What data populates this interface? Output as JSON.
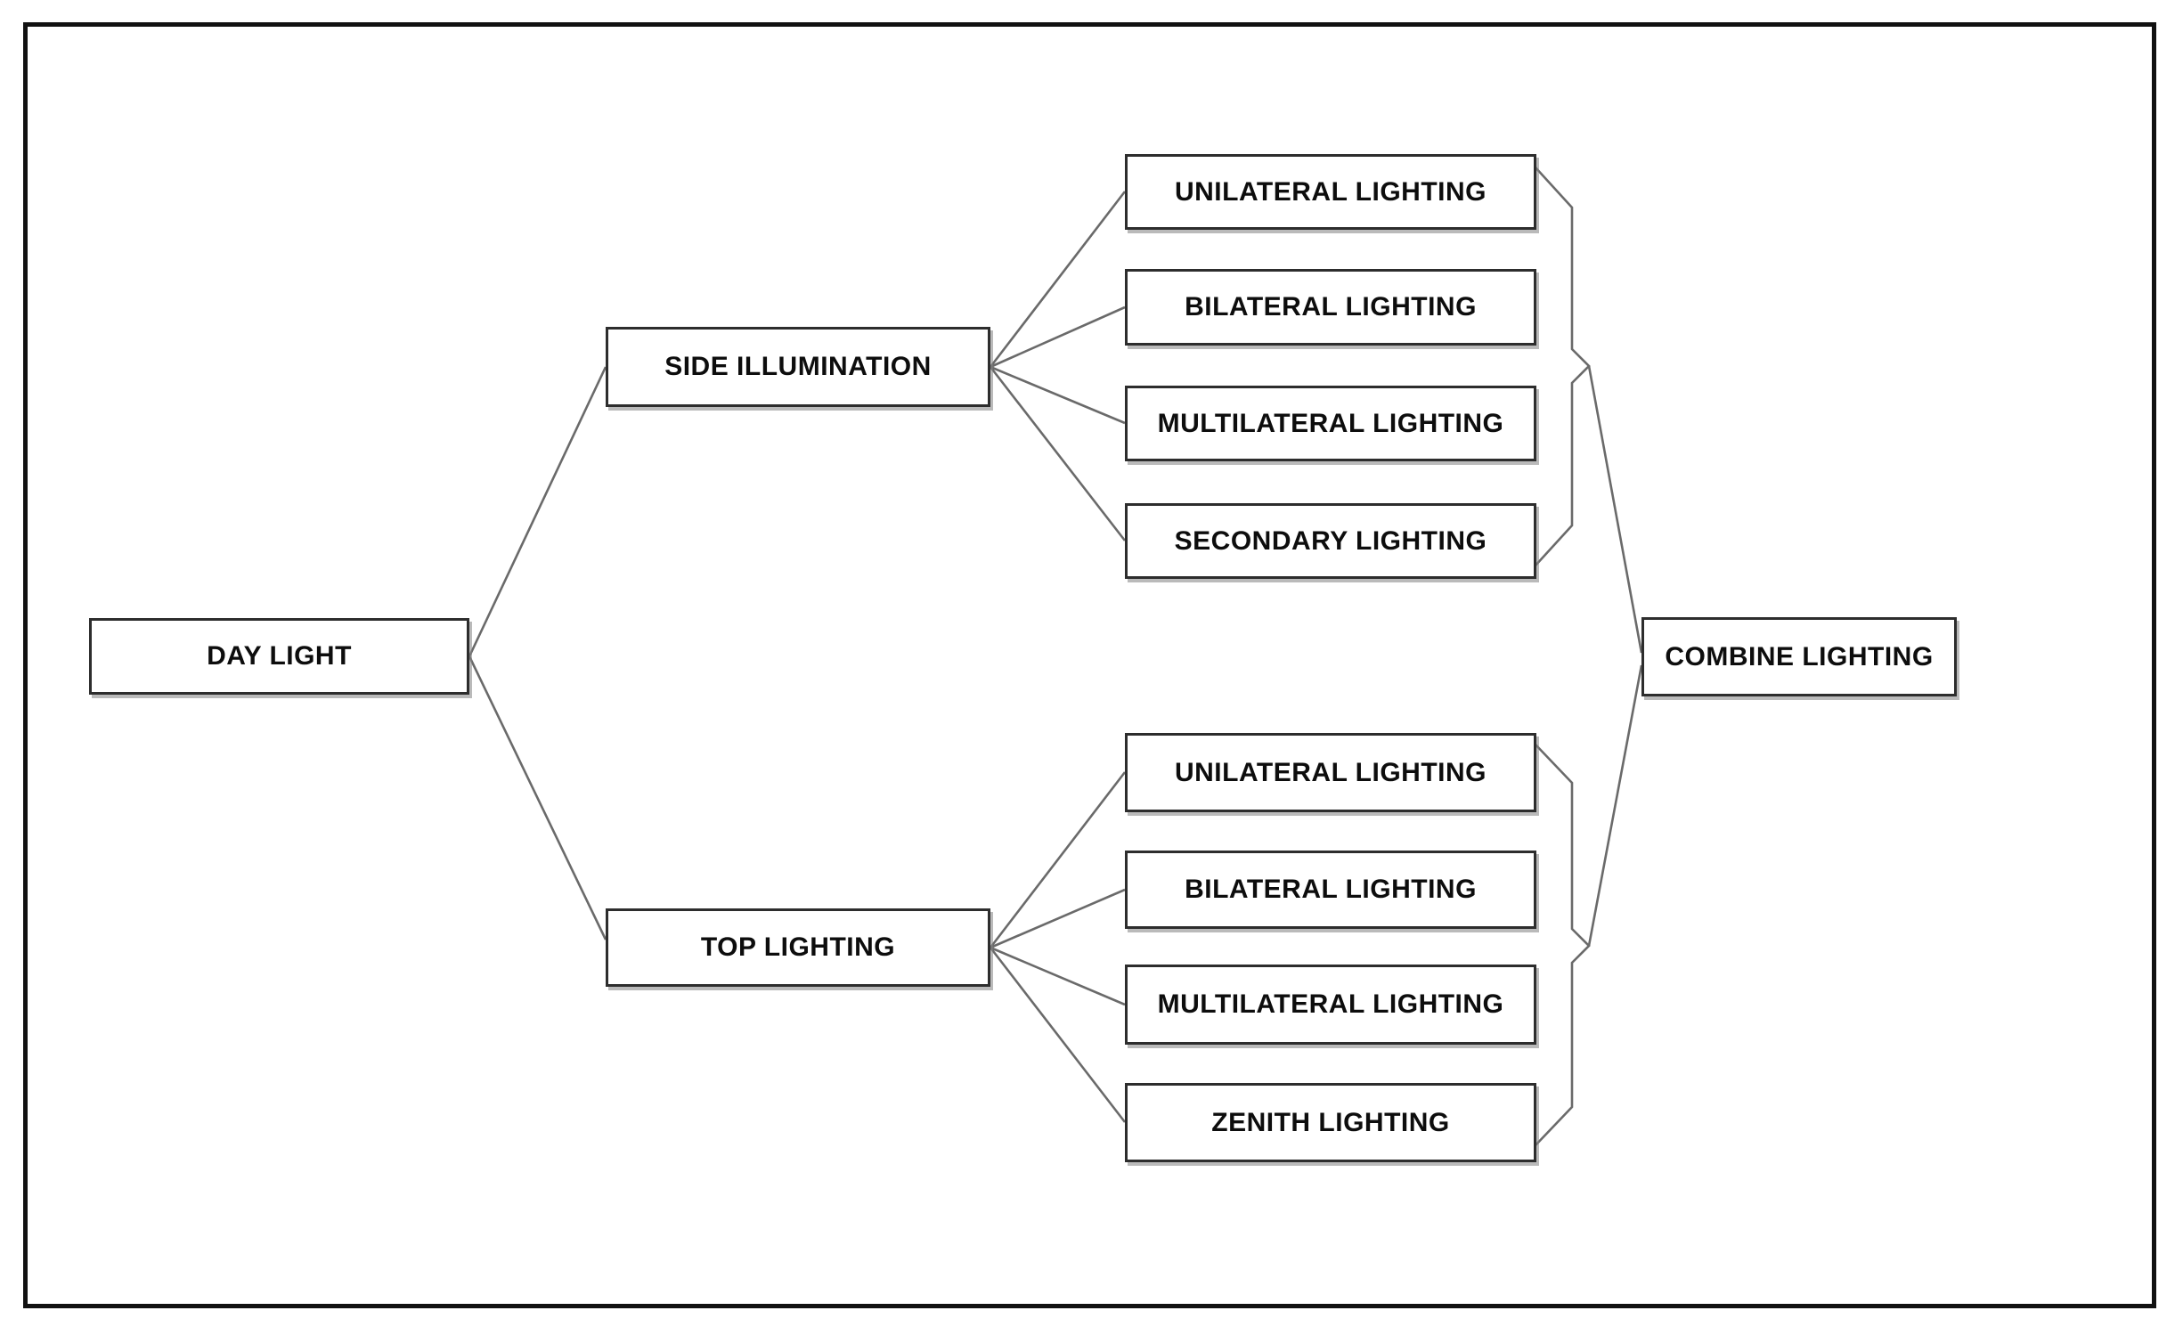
{
  "diagram": {
    "nodes": {
      "day_light": {
        "label": "DAY LIGHT"
      },
      "side_illumination": {
        "label": "SIDE ILLUMINATION"
      },
      "top_lighting": {
        "label": "TOP LIGHTING"
      },
      "side_unilateral": {
        "label": "UNILATERAL LIGHTING"
      },
      "side_bilateral": {
        "label": "BILATERAL LIGHTING"
      },
      "side_multilateral": {
        "label": "MULTILATERAL LIGHTING"
      },
      "side_secondary": {
        "label": "SECONDARY LIGHTING"
      },
      "top_unilateral": {
        "label": "UNILATERAL LIGHTING"
      },
      "top_bilateral": {
        "label": "BILATERAL LIGHTING"
      },
      "top_multilateral": {
        "label": "MULTILATERAL LIGHTING"
      },
      "top_zenith": {
        "label": "ZENITH LIGHTING"
      },
      "combine_lighting": {
        "label": "COMBINE LIGHTING"
      }
    },
    "structure": {
      "root": "DAY LIGHT",
      "groups": [
        {
          "parent": "SIDE ILLUMINATION",
          "children": [
            "UNILATERAL LIGHTING",
            "BILATERAL LIGHTING",
            "MULTILATERAL LIGHTING",
            "SECONDARY LIGHTING"
          ]
        },
        {
          "parent": "TOP LIGHTING",
          "children": [
            "UNILATERAL LIGHTING",
            "BILATERAL LIGHTING",
            "MULTILATERAL LIGHTING",
            "ZENITH LIGHTING"
          ]
        }
      ],
      "sink": "COMBINE LIGHTING"
    },
    "colors": {
      "background": "#ffffff",
      "frame_border": "#111111",
      "box_border": "#2d2d2d",
      "box_shadow": "#828282",
      "connector": "#6a6a6a",
      "text": "#0d0d0d"
    }
  }
}
